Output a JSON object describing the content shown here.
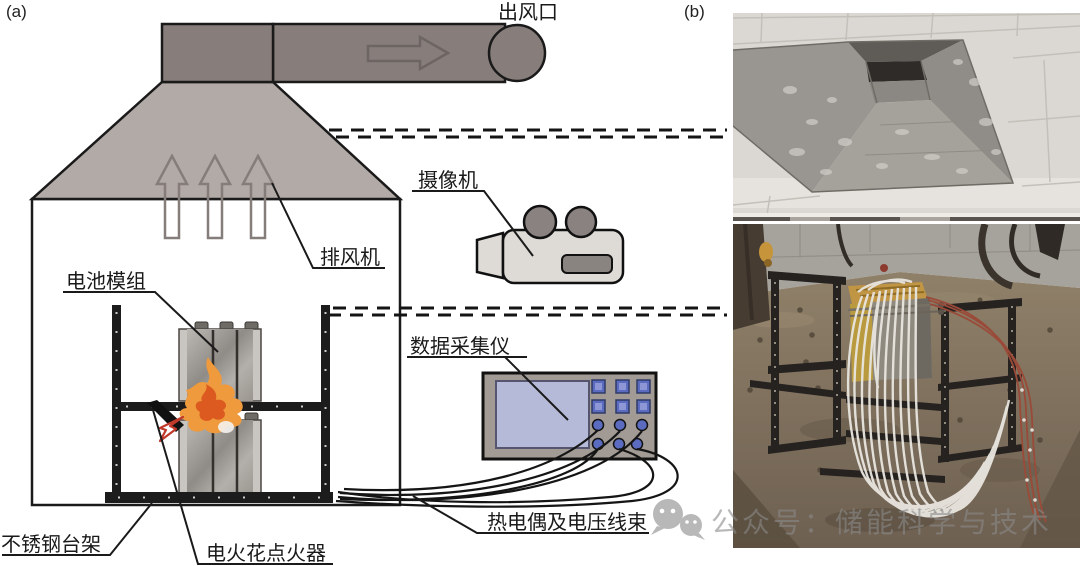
{
  "figure": {
    "panels": {
      "a": "(a)",
      "b": "(b)"
    },
    "schematic_labels": {
      "air_outlet": "出风口",
      "camera": "摄像机",
      "exhaust_fan": "排风机",
      "battery_module": "电池模组",
      "data_acquisition_unit": "数据采集仪",
      "stainless_steel_stand": "不锈钢台架",
      "electric_spark_igniter": "电火花点火器",
      "thermocouple_voltage_harness": "热电偶及电压线束"
    },
    "watermark": {
      "icon": "wechat-icon",
      "text": "公众号：储能科学与技术"
    },
    "colors": {
      "hood_fill": "#b2aaa7",
      "duct_fill": "#877e7c",
      "stand_black": "#1c1c1c",
      "flame_outer": "#ef9a3c",
      "flame_inner": "#dc5a20",
      "spark_red": "#c0392b",
      "camera_body": "#dedad6",
      "daq_body": "#a29a94",
      "daq_screen": "#b5bad8",
      "daq_button_blue": "#5b6bbf",
      "photo_wire_white": "#e9e6e0",
      "photo_wire_red": "#9a4a38",
      "photo_floor": "#86765f",
      "watermark_gray": "#8a8a8a"
    }
  }
}
